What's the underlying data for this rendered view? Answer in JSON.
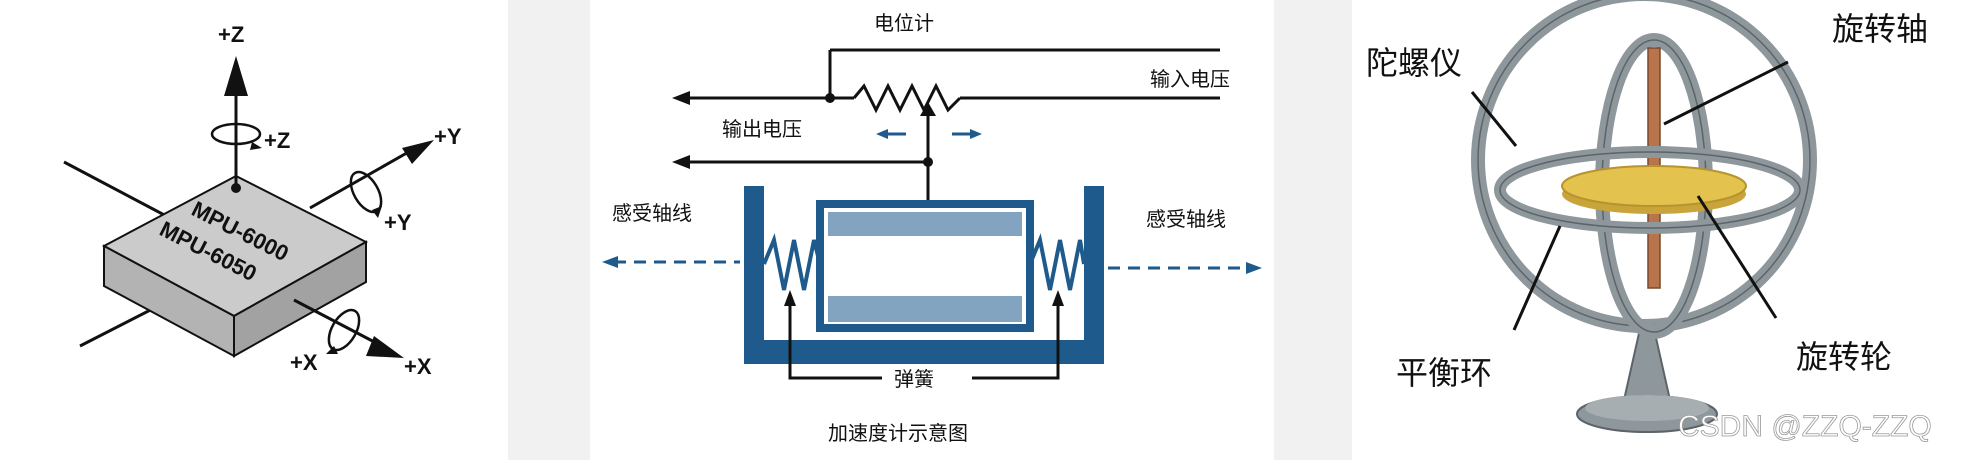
{
  "imu": {
    "axis_z": "+Z",
    "rot_z": "+Z",
    "axis_y": "+Y",
    "rot_y": "+Y",
    "axis_x": "+X",
    "rot_x": "+X",
    "chip_line1": "MPU-6000",
    "chip_line2": "MPU-6050"
  },
  "accelerometer": {
    "potentiometer": "电位计",
    "input_voltage": "输入电压",
    "output_voltage": "输出电压",
    "sensing_axis_left": "感受轴线",
    "sensing_axis_right": "感受轴线",
    "spring": "弹簧",
    "caption": "加速度计示意图"
  },
  "gyroscope": {
    "gyroscope": "陀螺仪",
    "spin_axis": "旋转轴",
    "gimbal": "平衡环",
    "rotor": "旋转轮",
    "watermark": "CSDN @ZZQ-ZZQ"
  },
  "colors": {
    "background": "#f1f1f1",
    "chip": "#c8c8c8",
    "accel_blue": "#1e5a8c",
    "gimbal": "#8e979c",
    "rotor": "#e3c24e",
    "axle": "#b8744a"
  }
}
